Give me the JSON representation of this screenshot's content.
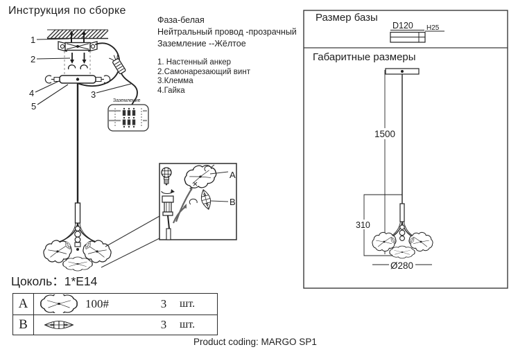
{
  "page": {
    "title": "Инструкция по сборке",
    "product_coding": "Product coding: MARGO SP1",
    "socket_label": "Цоколь：1*E14"
  },
  "wiring_notes": {
    "phase": "Фаза-белая",
    "neutral": "Нейтральный провод -прозрачный",
    "ground": "Заземление --Жёлтое"
  },
  "parts_list": {
    "item1": "1. Настенный анкер",
    "item2": "2.Самонарезающий винт",
    "item3": "3.Клемма",
    "item4": "4.Гайка"
  },
  "assembly": {
    "callout1": "1",
    "callout2": "2",
    "callout3": "3",
    "callout4": "4",
    "callout5": "5",
    "ground_label": "Заземление"
  },
  "detail": {
    "label_a": "A",
    "label_b": "B"
  },
  "panel": {
    "base_title": "Размер базы",
    "base_diameter": "D120",
    "base_height": "H25",
    "overall_title": "Габаритные размеры",
    "dim_cable": "1500",
    "dim_height": "310",
    "dim_diameter": "Ø280"
  },
  "table": {
    "rows": [
      {
        "letter": "A",
        "spec": "100#",
        "qty": "3",
        "unit": "шт."
      },
      {
        "letter": "B",
        "spec": "",
        "qty": "3",
        "unit": "шт."
      }
    ]
  },
  "colors": {
    "ink": "#1f1f1f"
  }
}
